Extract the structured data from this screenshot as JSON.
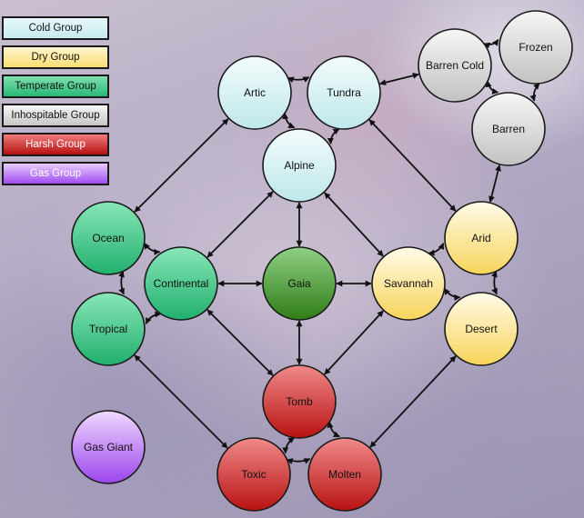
{
  "legend": [
    {
      "label": "Cold Group",
      "top": "#e9f8fb",
      "bottom": "#c4ebee",
      "dark": false
    },
    {
      "label": "Dry Group",
      "top": "#fff6cf",
      "bottom": "#f9dd73",
      "dark": false
    },
    {
      "label": "Temperate Group",
      "top": "#7fe0b0",
      "bottom": "#28b874",
      "dark": false
    },
    {
      "label": "Inhospitable Group",
      "top": "#f7f7f7",
      "bottom": "#c6c6c6",
      "dark": false
    },
    {
      "label": "Harsh Group",
      "top": "#f07c7c",
      "bottom": "#b51010",
      "dark": true
    },
    {
      "label": "Gas Group",
      "top": "#e9cdff",
      "bottom": "#a14cf0",
      "dark": true
    }
  ],
  "group_colors": {
    "cold": {
      "top": "#f3fcfd",
      "bottom": "#bfe7ea"
    },
    "dry": {
      "top": "#fffbe8",
      "bottom": "#f7d45a"
    },
    "temperate": {
      "top": "#88e6b8",
      "bottom": "#21b06d"
    },
    "inhospitable": {
      "top": "#f6f6f6",
      "bottom": "#c2c2c2"
    },
    "harsh": {
      "top": "#f08a8a",
      "bottom": "#b81212"
    },
    "gas": {
      "top": "#efd9ff",
      "bottom": "#9c45ec"
    },
    "gaia": {
      "top": "#8fd084",
      "bottom": "#2f7d18"
    }
  },
  "nodes": [
    {
      "id": "artic",
      "label": "Artic",
      "group": "cold"
    },
    {
      "id": "tundra",
      "label": "Tundra",
      "group": "cold"
    },
    {
      "id": "alpine",
      "label": "Alpine",
      "group": "cold"
    },
    {
      "id": "barren_cold",
      "label": "Barren Cold",
      "group": "inhospitable"
    },
    {
      "id": "frozen",
      "label": "Frozen",
      "group": "inhospitable"
    },
    {
      "id": "barren",
      "label": "Barren",
      "group": "inhospitable"
    },
    {
      "id": "ocean",
      "label": "Ocean",
      "group": "temperate"
    },
    {
      "id": "continental",
      "label": "Continental",
      "group": "temperate"
    },
    {
      "id": "tropical",
      "label": "Tropical",
      "group": "temperate"
    },
    {
      "id": "gaia",
      "label": "Gaia",
      "group": "gaia"
    },
    {
      "id": "savannah",
      "label": "Savannah",
      "group": "dry"
    },
    {
      "id": "arid",
      "label": "Arid",
      "group": "dry"
    },
    {
      "id": "desert",
      "label": "Desert",
      "group": "dry"
    },
    {
      "id": "tomb",
      "label": "Tomb",
      "group": "harsh"
    },
    {
      "id": "toxic",
      "label": "Toxic",
      "group": "harsh"
    },
    {
      "id": "molten",
      "label": "Molten",
      "group": "harsh"
    },
    {
      "id": "gas_giant",
      "label": "Gas Giant",
      "group": "gas"
    }
  ],
  "edges": [
    {
      "from": "artic",
      "to": "tundra",
      "curved": true
    },
    {
      "from": "artic",
      "to": "alpine",
      "curved": true
    },
    {
      "from": "tundra",
      "to": "alpine",
      "curved": true
    },
    {
      "from": "tundra",
      "to": "barren_cold",
      "curved": false
    },
    {
      "from": "barren_cold",
      "to": "frozen",
      "curved": true
    },
    {
      "from": "frozen",
      "to": "barren",
      "curved": true
    },
    {
      "from": "barren_cold",
      "to": "barren",
      "curved": true
    },
    {
      "from": "barren",
      "to": "arid",
      "curved": false
    },
    {
      "from": "tundra",
      "to": "arid",
      "curved": false
    },
    {
      "from": "artic",
      "to": "ocean",
      "curved": false
    },
    {
      "from": "alpine",
      "to": "continental",
      "curved": false
    },
    {
      "from": "alpine",
      "to": "gaia",
      "curved": false
    },
    {
      "from": "alpine",
      "to": "savannah",
      "curved": false
    },
    {
      "from": "ocean",
      "to": "continental",
      "curved": true
    },
    {
      "from": "ocean",
      "to": "tropical",
      "curved": true
    },
    {
      "from": "continental",
      "to": "tropical",
      "curved": true
    },
    {
      "from": "continental",
      "to": "gaia",
      "curved": false
    },
    {
      "from": "gaia",
      "to": "savannah",
      "curved": false
    },
    {
      "from": "savannah",
      "to": "arid",
      "curved": true
    },
    {
      "from": "savannah",
      "to": "desert",
      "curved": true
    },
    {
      "from": "arid",
      "to": "desert",
      "curved": true
    },
    {
      "from": "gaia",
      "to": "tomb",
      "curved": false
    },
    {
      "from": "continental",
      "to": "tomb",
      "curved": false
    },
    {
      "from": "savannah",
      "to": "tomb",
      "curved": false
    },
    {
      "from": "tropical",
      "to": "toxic",
      "curved": false
    },
    {
      "from": "desert",
      "to": "molten",
      "curved": false
    },
    {
      "from": "tomb",
      "to": "toxic",
      "curved": true
    },
    {
      "from": "tomb",
      "to": "molten",
      "curved": true
    },
    {
      "from": "toxic",
      "to": "molten",
      "curved": true
    }
  ]
}
